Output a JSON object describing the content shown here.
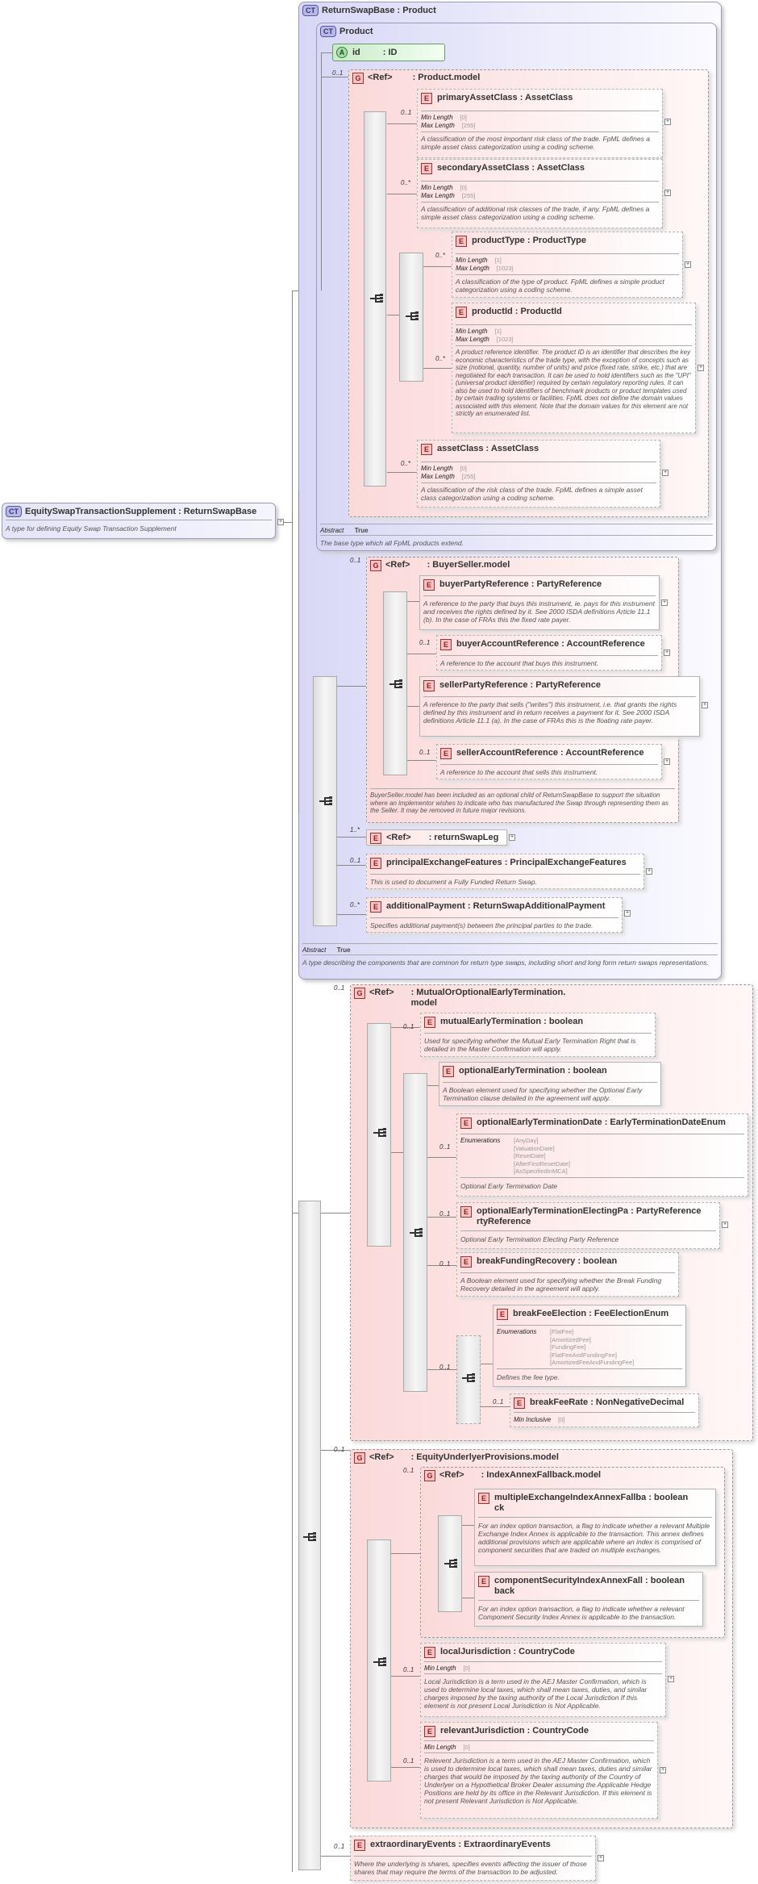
{
  "root": {
    "badge": "CT",
    "name": "EquitySwapTransactionSupplement : ReturnSwapBase",
    "doc": "A type for defining Equity Swap Transaction Supplement"
  },
  "base": {
    "badge": "CT",
    "name": "ReturnSwapBase : Product",
    "abstract_key": "Abstract",
    "abstract_val": "True",
    "doc": "A type describing the components that are common for return type swaps, including short and long form return swaps representations."
  },
  "product": {
    "badge": "CT",
    "name": "Product",
    "abstract_key": "Abstract",
    "abstract_val": "True",
    "doc": "The base type which all FpML products extend.",
    "attr": {
      "badge": "A",
      "name": "id",
      "type": ": ID"
    },
    "group": {
      "card": "0..1",
      "badge": "G",
      "ref": "<Ref>",
      "name": ": Product.model"
    },
    "elements": [
      {
        "card": "0..1",
        "badge": "E",
        "name": "primaryAssetClass : AssetClass",
        "p1k": "Min Length",
        "p1v": "[0]",
        "p2k": "Max Length",
        "p2v": "[255]",
        "doc": "A classification of the most important risk class of the trade. FpML defines a simple asset class categorization using a coding scheme."
      },
      {
        "card": "0..*",
        "badge": "E",
        "name": "secondaryAssetClass : AssetClass",
        "p1k": "Min Length",
        "p1v": "[0]",
        "p2k": "Max Length",
        "p2v": "[255]",
        "doc": "A classification of additional risk classes of the trade, if any. FpML defines a simple asset class categorization using a coding scheme."
      },
      {
        "card": "0..*",
        "badge": "E",
        "name": "productType : ProductType",
        "p1k": "Min Length",
        "p1v": "[1]",
        "p2k": "Max Length",
        "p2v": "[1023]",
        "doc": "A classification of the type of product. FpML defines a simple product categorization using a coding scheme."
      },
      {
        "card": "0..*",
        "badge": "E",
        "name": "productId : ProductId",
        "p1k": "Min Length",
        "p1v": "[1]",
        "p2k": "Max Length",
        "p2v": "[1023]",
        "doc": "A product reference identifier. The product ID is an identifier that describes the key economic characteristics of the trade type, with the exception of concepts such as size (notional, quantity, number of units) and price (fixed rate, strike, etc.) that are negotiated for each transaction. It can be used to hold identifiers such as the \"UPI\" (universal product identifier) required by certain regulatory reporting rules. It can also be used to hold identifiers of benchmark products or product templates used by certain trading systems or facilities. FpML does not define the domain values associated with this element. Note that the domain values for this element are not strictly an enumerated list."
      },
      {
        "card": "0..*",
        "badge": "E",
        "name": "assetClass : AssetClass",
        "p1k": "Min Length",
        "p1v": "[0]",
        "p2k": "Max Length",
        "p2v": "[255]",
        "doc": "A classification of the risk class of the trade. FpML defines a simple asset class categorization using a coding scheme."
      }
    ]
  },
  "buyerSeller": {
    "card": "0..1",
    "badge": "G",
    "ref": "<Ref>",
    "name": ": BuyerSeller.model",
    "doc": "BuyerSeller.model has been included as an optional child of ReturnSwapBase to support the situation where an implementor wishes to indicate who has manufactured the Swap through representing them as the Seller. It may be removed in future major revisions.",
    "elements": [
      {
        "card": "",
        "badge": "E",
        "name": "buyerPartyReference : PartyReference",
        "doc": "A reference to the party that buys this instrument, ie. pays for this instrument and receives the rights defined by it. See 2000 ISDA definitions Article 11.1 (b). In the case of FRAs this the fixed rate payer."
      },
      {
        "card": "0..1",
        "badge": "E",
        "name": "buyerAccountReference : AccountReference",
        "doc": "A reference to the account that buys this instrument."
      },
      {
        "card": "",
        "badge": "E",
        "name": "sellerPartyReference : PartyReference",
        "doc": "A reference to the party that sells (\"writes\") this instrument, i.e. that grants the rights defined by this instrument and in return receives a payment for it. See 2000 ISDA definitions Article 11.1 (a). In the case of FRAs this is the floating rate payer."
      },
      {
        "card": "0..1",
        "badge": "E",
        "name": "sellerAccountReference : AccountReference",
        "doc": "A reference to the account that sells this instrument."
      }
    ]
  },
  "returnSwapLeg": {
    "card": "1..*",
    "badge": "E",
    "ref": "<Ref>",
    "name": ": returnSwapLeg"
  },
  "principalExchange": {
    "card": "0..1",
    "badge": "E",
    "name": "principalExchangeFeatures : PrincipalExchangeFeatures",
    "doc": "This is used to document a Fully Funded Return Swap."
  },
  "additionalPayment": {
    "card": "0..*",
    "badge": "E",
    "name": "additionalPayment : ReturnSwapAdditionalPayment",
    "doc": "Specifies additional payment(s) between the principal parties to the trade."
  },
  "moet": {
    "card": "0..1",
    "badge": "G",
    "ref": "<Ref>",
    "name1": ": MutualOrOptionalEarlyTermination.",
    "name2": "model",
    "mutual": {
      "card": "0..1",
      "badge": "E",
      "name": "mutualEarlyTermination : boolean",
      "doc": "Used for specifying whether the Mutual Early Termination Right that is detailed in the Master Confirmation will apply."
    },
    "optional": {
      "badge": "E",
      "name": "optionalEarlyTermination : boolean",
      "doc": "A Boolean element used for specifying whether the Optional Early Termination clause detailed in the agreement will apply."
    },
    "date": {
      "card": "0..1",
      "badge": "E",
      "name": "optionalEarlyTerminationDate : EarlyTerminationDateEnum",
      "enum_key": "Enumerations",
      "enums": [
        "[AnyDay]",
        "[ValuationDate]",
        "[ResetDate]",
        "[AfterFirstResetDate]",
        "[AsSpecifiedInMCA]"
      ],
      "doc": "Optional Early Termination Date"
    },
    "electing": {
      "card": "0..1",
      "badge": "E",
      "name1": "optionalEarlyTerminationElectingPa : PartyReference",
      "name2": "rtyReference",
      "doc": "Optional Early Termination Electing Party Reference"
    },
    "breakFunding": {
      "card": "0..1",
      "badge": "E",
      "name": "breakFundingRecovery : boolean",
      "doc": "A Boolean element used for specifying whether the Break Funding Recovery detailed in the agreement will apply."
    },
    "breakFee": {
      "card": "0..1",
      "badge": "E",
      "name": "breakFeeElection : FeeElectionEnum",
      "enum_key": "Enumerations",
      "enums": [
        "[FlatFee]",
        "[AmortizedFee]",
        "[FundingFee]",
        "[FlatFeeAndFundingFee]",
        "[AmortizedFeeAndFundingFee]"
      ],
      "doc": "Defines the fee type."
    },
    "breakFeeRate": {
      "card": "0..1",
      "badge": "E",
      "name": "breakFeeRate : NonNegativeDecimal",
      "pk": "Min Inclusive",
      "pv": "[0]"
    }
  },
  "underlyer": {
    "card": "0..1",
    "badge": "G",
    "ref": "<Ref>",
    "name": ": EquityUnderlyerProvisions.model",
    "fallback": {
      "card": "0..1",
      "badge": "G",
      "ref": "<Ref>",
      "name": ": IndexAnnexFallback.model",
      "multiple": {
        "badge": "E",
        "name1": "multipleExchangeIndexAnnexFallba : boolean",
        "name2": "ck",
        "doc": "For an index option transaction, a flag to indicate whether a relevant Multiple Exchange Index Annex is applicable to the transaction. This annex defines additional provisions which are applicable where an index is comprised of component securities that are traded on multiple exchanges."
      },
      "component": {
        "badge": "E",
        "name1": "componentSecurityIndexAnnexFall : boolean",
        "name2": "back",
        "doc": "For an index option transaction, a flag to indicate whether a relevant Component Security Index Annex is applicable to the transaction."
      }
    },
    "local": {
      "card": "0..1",
      "badge": "E",
      "name": "localJurisdiction : CountryCode",
      "pk": "Min Length",
      "pv": "[0]",
      "doc": "Local Jurisdiction is a term used in the AEJ Master Confirmation, which is used to determine local taxes, which shall mean taxes, duties, and similar charges imposed by the taxing authority of the Local Jurisdiction If this element is not present Local Jurisdiction is Not Applicable."
    },
    "relevant": {
      "card": "0..1",
      "badge": "E",
      "name": "relevantJurisdiction : CountryCode",
      "pk": "Min Length",
      "pv": "[0]",
      "doc": "Relevent Jurisdiction is a term used in the AEJ Master Confirmation, which is used to determine local taxes, which shall mean taxes, duties and similar charges that would be imposed by the taxing authority of the Country of Underlyer on a Hypothetical Broker Dealer assuming the Applicable Hedge Positions are held by its office in the Relevant Jurisdiction. If this element is not present Relevant Jurisdiction is Not Applicable."
    }
  },
  "extraordinary": {
    "card": "0..1",
    "badge": "E",
    "name": "extraordinaryEvents : ExtraordinaryEvents",
    "doc": "Where the underlying is shares, specifies events affecting the issuer of those shares that may require the terms of the transaction to be adjusted."
  }
}
